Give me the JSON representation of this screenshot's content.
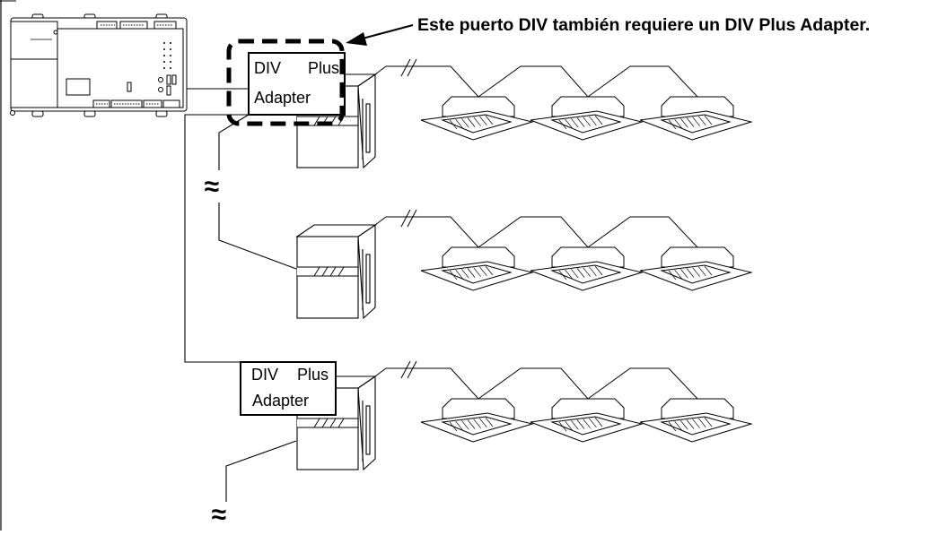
{
  "callout": {
    "text": "Este puerto DIV también requiere un DIV Plus Adapter."
  },
  "adapters": [
    {
      "line1": "DIV",
      "line2": "Plus",
      "line3": "Adapter"
    },
    {
      "line1": "DIV",
      "line2": "Plus",
      "line3": "Adapter"
    }
  ],
  "line_break_symbol": "≈",
  "units": {
    "outdoor_units": 3,
    "indoor_units_per_system": 3
  },
  "colors": {
    "line": "#000000",
    "background": "#ffffff",
    "fill": "#ffffff"
  }
}
